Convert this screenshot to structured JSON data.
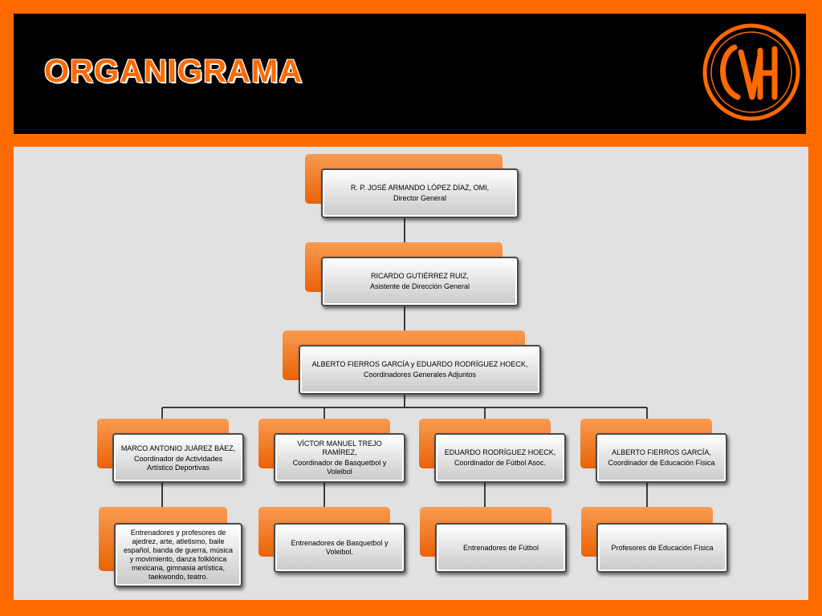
{
  "header": {
    "title": "ORGANIGRAMA",
    "logo_text": "CVH"
  },
  "colors": {
    "accent": "#ff6a00",
    "header_bg": "#000000",
    "panel_bg": "#e1e1e1"
  },
  "org": {
    "director": {
      "name": "R. P. JOSÉ ARMANDO LÓPEZ DÍAZ, OMI,",
      "role": "Director General"
    },
    "assistant": {
      "name": "RICARDO GUTIÉRREZ RUIZ,",
      "role": "Asistente de Dirección General"
    },
    "coordinators": {
      "name": "ALBERTO FIERROS GARCÍA y EDUARDO RODRÍGUEZ HOECK,",
      "role": "Coordinadores Generales Adjuntos"
    },
    "branches": [
      {
        "name": "MARCO ANTONIO JUÁREZ BÁEZ,",
        "role": "Coordinador de Actividades Artístico Deportivas",
        "staff": "Entrenadores y profesores de ajedrez, arte, atletismo, baile español, banda de guerra, música y movimiento, danza folklórica mexicana, gimnasia artística, taekwondo, teatro."
      },
      {
        "name": "VÍCTOR MANUEL TREJO RAMÍREZ,",
        "role": "Coordinador de Basquetbol y Voleibol",
        "staff": "Entrenadores de Basquetbol y Voleibol."
      },
      {
        "name": "EDUARDO RODRÍGUEZ HOECK,",
        "role": "Coordinador de Fútbol Asoc.",
        "staff": "Entrenadores de Fútbol"
      },
      {
        "name": "ALBERTO FIERROS GARCÍA,",
        "role": "Coordinador de Educación Física",
        "staff": "Profesores de Educación Física"
      }
    ]
  }
}
